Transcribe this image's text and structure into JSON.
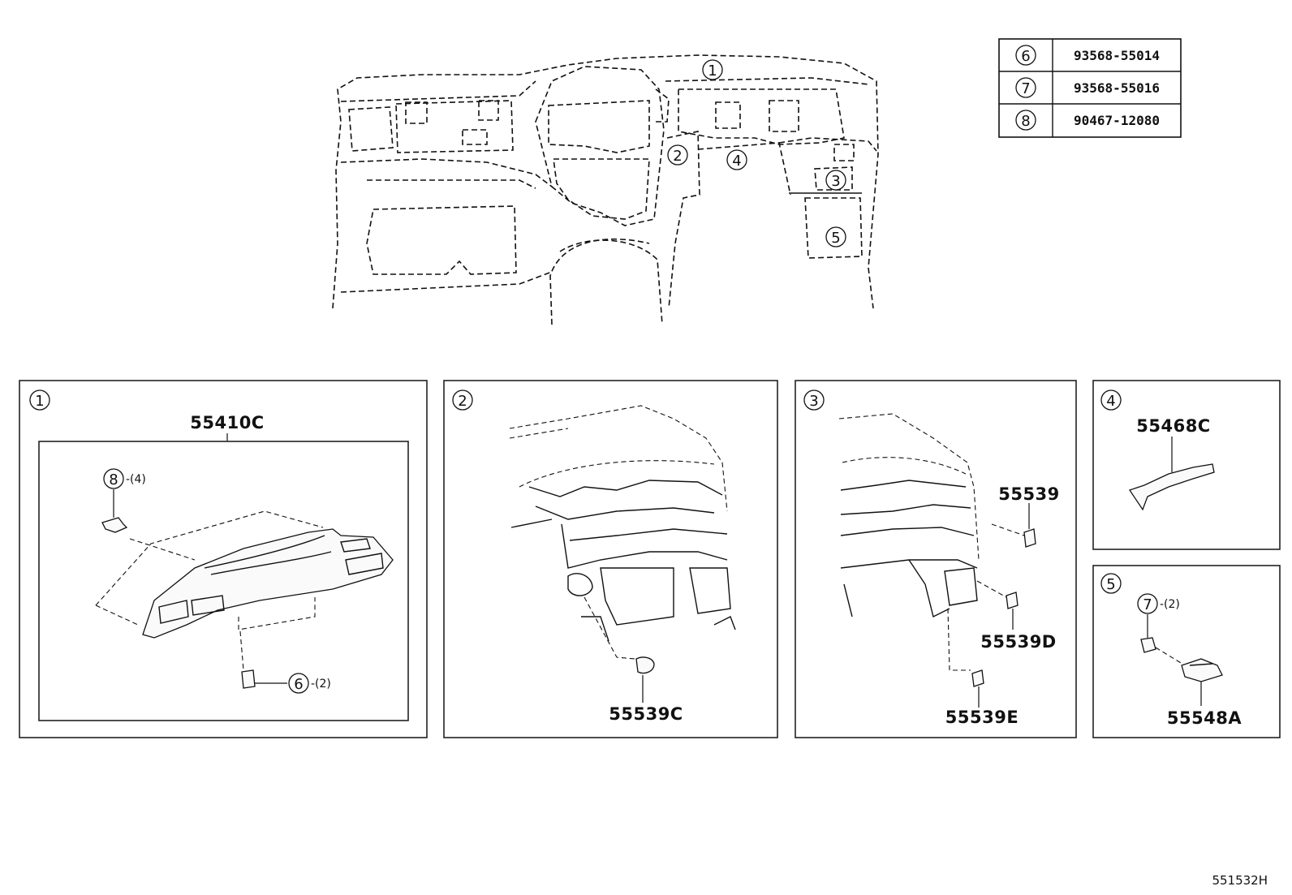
{
  "overview": {
    "callouts": [
      {
        "label": "1"
      },
      {
        "label": "2"
      },
      {
        "label": "3"
      },
      {
        "label": "4"
      },
      {
        "label": "5"
      }
    ]
  },
  "reference_table": {
    "rows": [
      {
        "ref": "6",
        "part_no": "93568-55014"
      },
      {
        "ref": "7",
        "part_no": "93568-55016"
      },
      {
        "ref": "8",
        "part_no": "90467-12080"
      }
    ]
  },
  "panels": [
    {
      "label": "1",
      "part_no": "55410C",
      "fasteners": [
        {
          "ref": "8",
          "qty": "-(4)"
        },
        {
          "ref": "6",
          "qty": "-(2)"
        }
      ]
    },
    {
      "label": "2",
      "part_no": "55539C"
    },
    {
      "label": "3",
      "parts": [
        "55539",
        "55539D",
        "55539E"
      ]
    },
    {
      "label": "4",
      "part_no": "55468C"
    },
    {
      "label": "5",
      "part_no": "55548A",
      "fasteners": [
        {
          "ref": "7",
          "qty": "-(2)"
        }
      ]
    }
  ],
  "diagram_code": "551532H"
}
